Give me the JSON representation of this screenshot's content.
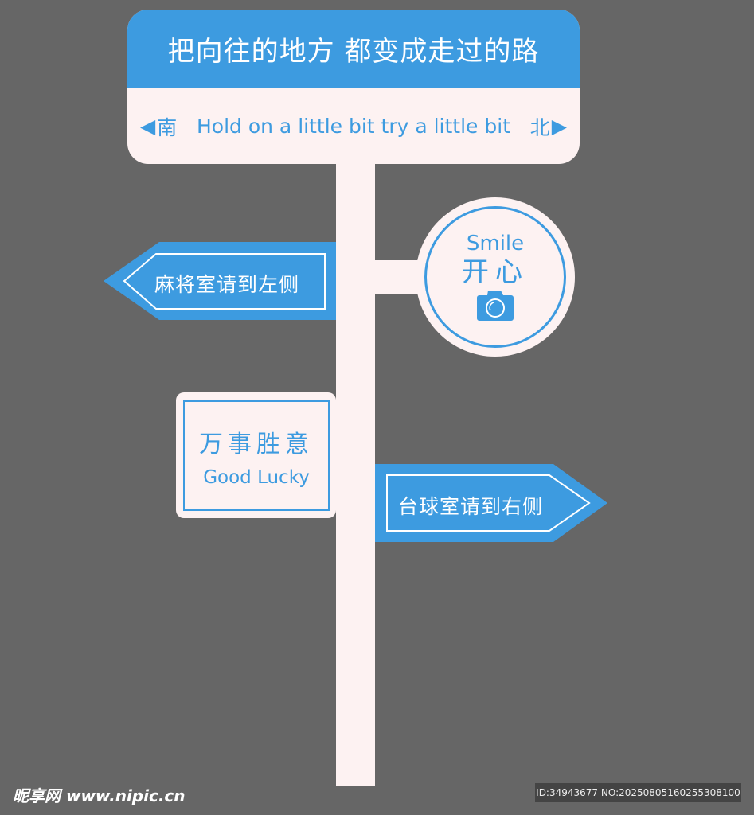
{
  "top_sign": {
    "title": "把向往的地方 都变成走过的路",
    "south": "南",
    "subtitle": "Hold on a little bit try a little bit",
    "north": "北"
  },
  "left_arrow": {
    "label": "麻将室请到左侧"
  },
  "circle_sign": {
    "english": "Smile",
    "chinese": "开心",
    "icon": "camera-icon"
  },
  "card_sign": {
    "chinese": "万事胜意",
    "english": "Good Lucky"
  },
  "right_arrow": {
    "label": "台球室请到右侧"
  },
  "watermark": {
    "site": "昵享网 www.nipic.cn",
    "id": "ID:34943677 NO:20250805160255308100"
  },
  "colors": {
    "background": "#666666",
    "blue": "#3d9be0",
    "cream": "#fdf2f2"
  }
}
